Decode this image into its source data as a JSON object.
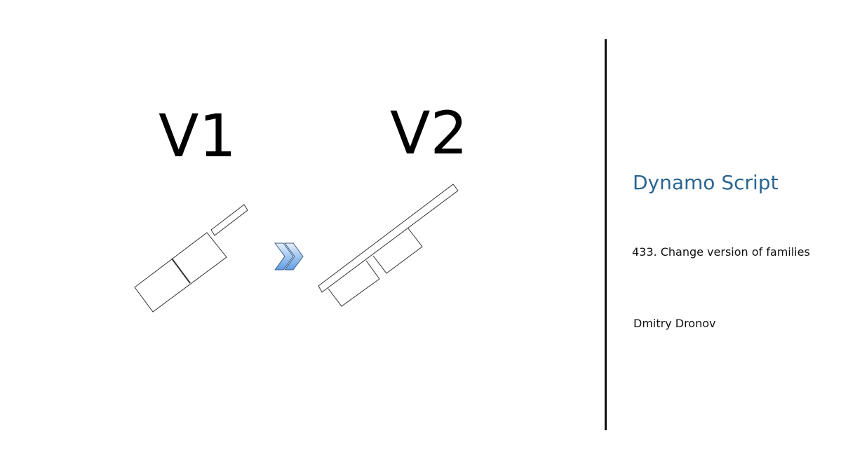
{
  "left": {
    "version_before": "V1",
    "version_after": "V2",
    "arrow_icon": "double-chevron-right-icon"
  },
  "right": {
    "title": "Dynamo Script",
    "subtitle": "433. Change version of families",
    "author": "Dmitry Dronov"
  },
  "colors": {
    "title": "#2a6592",
    "arrow": "#6fa8e8"
  }
}
